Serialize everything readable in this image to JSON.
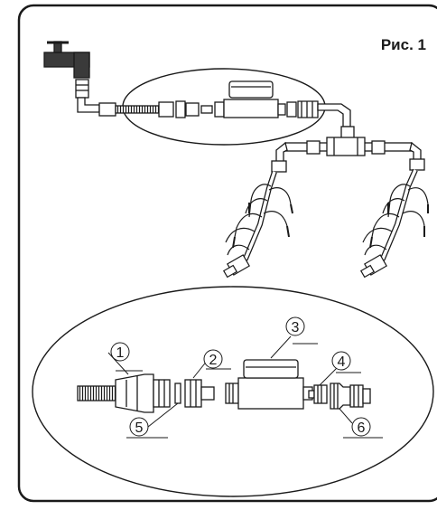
{
  "figure": {
    "title": "Рис. 1",
    "callouts": [
      "1",
      "2",
      "3",
      "4",
      "5",
      "6"
    ]
  },
  "colors": {
    "ink": "#1a1a1a",
    "pipe_fill": "#ffffff",
    "tap_fill": "#3a3a3a"
  }
}
